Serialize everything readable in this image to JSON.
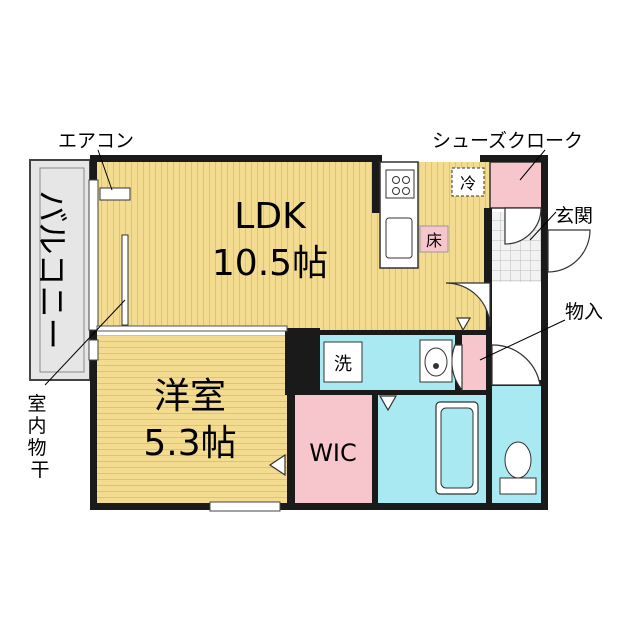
{
  "rooms": {
    "ldk": {
      "name": "LDK",
      "size": "10.5帖",
      "color": "#f3dc8f"
    },
    "western": {
      "name": "洋室",
      "size": "5.3帖",
      "color": "#f3dc8f"
    },
    "wic": {
      "name": "WIC",
      "color": "#f7c6cc"
    },
    "entrance": {
      "name": "玄関"
    },
    "storage": {
      "name": "物入"
    }
  },
  "labels": {
    "aircon": "エアコン",
    "shoe_cloak": "シューズクローク",
    "balcony": "バルコニー",
    "indoor_drying": "室内物干",
    "fridge": "冷",
    "floor": "床",
    "washer": "洗"
  },
  "colors": {
    "wall": "#1a1a1a",
    "wet_area": "#a9eaf2",
    "shoe_cloak": "#f7c6cc",
    "balcony": "#e6e6e6",
    "entrance_tile": "#f0f0f0"
  }
}
